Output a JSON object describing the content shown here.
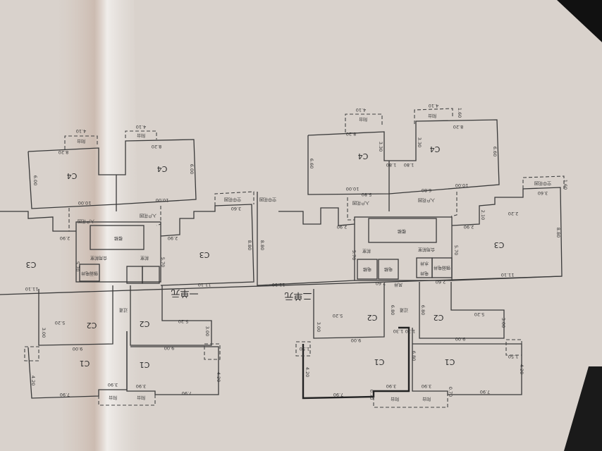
{
  "units": {
    "unit1": "一单元",
    "unit2": "二单元"
  },
  "rooms": {
    "c1": "C1",
    "c2": "C2",
    "c3": "C3",
    "c4": "C4",
    "stairs": "楼梯",
    "front_room": "前室",
    "shared_front_room": "合用前室",
    "entry_garden": "入户花园",
    "balcony": "阳台",
    "sky_garden": "空中花园",
    "corridor": "过道",
    "elevator": "电梯",
    "water_shaft": "水井",
    "elec_shaft": "电井",
    "wind_shaft": "风井",
    "strong_weak_shaft": "强弱电井"
  },
  "dims": {
    "d1110": "11.10",
    "d1000": "10.00",
    "d900": "9.00",
    "d880": "8.80",
    "d820": "8.20",
    "d790": "7.90",
    "d680": "6.80",
    "d660": "6.60",
    "d600": "6.00",
    "d580": "5.80",
    "d570": "5.70",
    "d520": "5.20",
    "d420": "4.20",
    "d410": "4.10",
    "d390": "3.90",
    "d360": "3.60",
    "d330": "3.30",
    "d300": "3.00",
    "d290": "2.90",
    "d260": "2.60",
    "d220": "2.20",
    "d210": "2.10",
    "d180": "1.80",
    "d160": "1.60",
    "d150": "1.50",
    "d130": "1.30",
    "d070": "0.70"
  }
}
